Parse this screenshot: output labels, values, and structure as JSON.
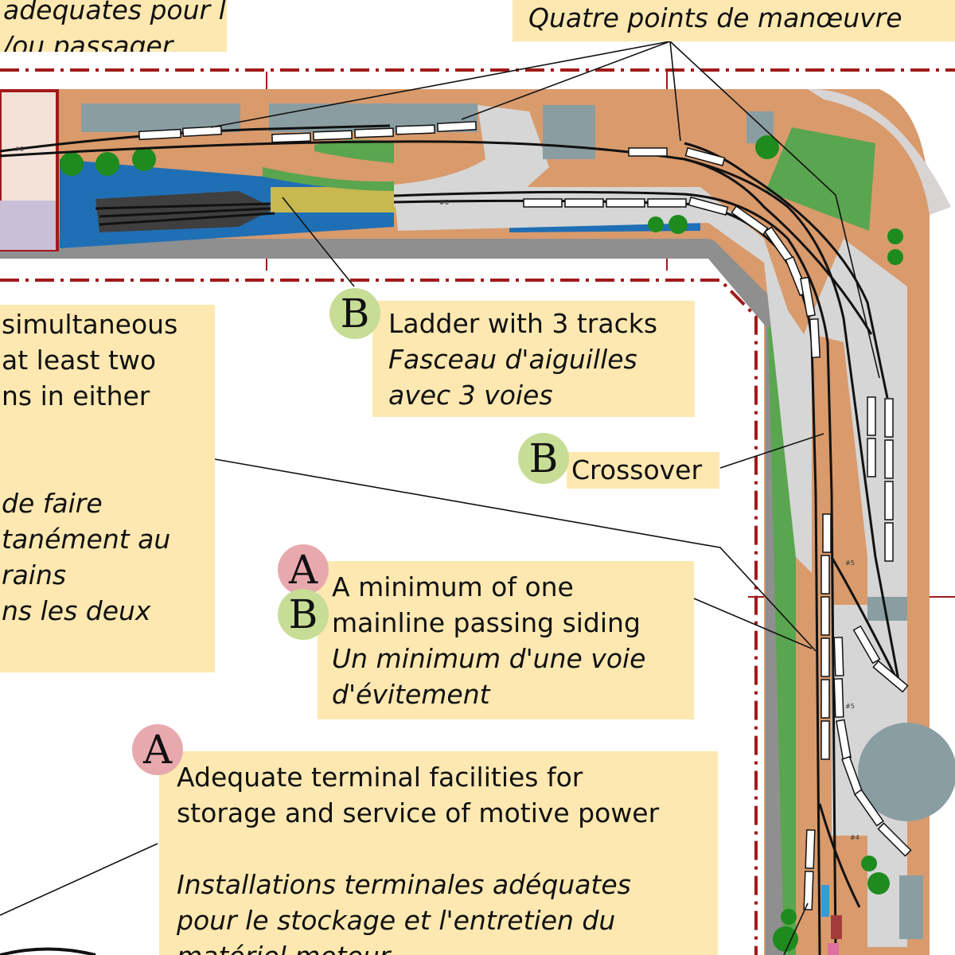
{
  "notes": {
    "top_left": {
      "lines": [
        "adequates pour le",
        "/ou passager."
      ]
    },
    "top_right": {
      "line": "Quatre points de manœuvre"
    },
    "ladder": {
      "en": "Ladder with 3 tracks",
      "fr1": "Fasceau d'aiguilles",
      "fr2": "avec 3 voies"
    },
    "crossover": {
      "en": "Crossover"
    },
    "left_mid": {
      "en": [
        "simultaneous",
        "at least two",
        "ns in either"
      ],
      "fr": [
        "de faire",
        "tanément au",
        "rains",
        "ns les deux"
      ]
    },
    "siding": {
      "en1": "A minimum of one",
      "en2": "mainline passing siding",
      "fr1": "Un minimum d'une voie",
      "fr2": "d'évitement"
    },
    "terminal": {
      "en1": "Adequate terminal facilities for",
      "en2": "storage and service of motive power",
      "fr1": "Installations terminales adéquates",
      "fr2": "pour le stockage et l'entretien du",
      "fr3": "matériel moteur"
    }
  },
  "badges": {
    "a": "A",
    "b": "B"
  },
  "track_labels": {
    "t1": "#6",
    "t2": "#6",
    "t3": "#5",
    "t4": "#5",
    "t5": "#4"
  },
  "colors": {
    "note_bg": "#fce8b0",
    "badge_a": "#e8a9ae",
    "badge_b": "#c7dd96",
    "ground": "#d99a6c",
    "water": "#1f6fb5",
    "grass": "#5aa54f",
    "concrete": "#d6d6d6",
    "building": "#8a9ea2",
    "track": "#111111",
    "boundary": "#a11a1a",
    "platform": "#9a9a9a"
  }
}
